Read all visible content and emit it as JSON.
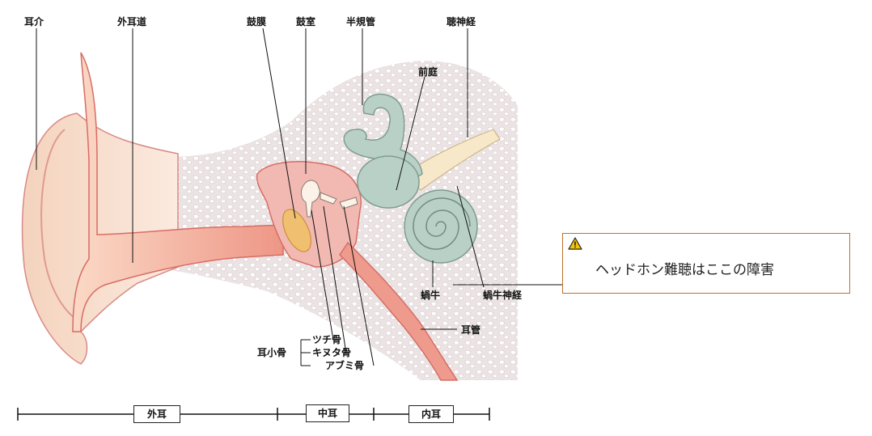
{
  "labels": {
    "pinna": "耳介",
    "ear_canal": "外耳道",
    "eardrum": "鼓膜",
    "tympanic_cavity": "鼓室",
    "semicircular_canals": "半規管",
    "auditory_nerve": "聴神経",
    "vestibule": "前庭",
    "cochlea": "蝸牛",
    "cochlear_nerve": "蝸牛神経",
    "eustachian_tube": "耳管",
    "ossicles": "耳小骨",
    "malleus": "ツチ骨",
    "incus": "キヌタ骨",
    "stapes": "アブミ骨"
  },
  "scale": {
    "outer": "外耳",
    "middle": "中耳",
    "inner": "内耳"
  },
  "callout": {
    "icon": "warning-icon",
    "text": "ヘッドホン難聴はここの障害",
    "border_color": "#c0702a"
  },
  "colors": {
    "skin": "#f6dcc8",
    "canal": "#ee9a8c",
    "bone": "#e8dede",
    "inner_ear": "#b9d0c6",
    "nerve": "#f3e6c8",
    "eardrum": "#f0c070"
  }
}
